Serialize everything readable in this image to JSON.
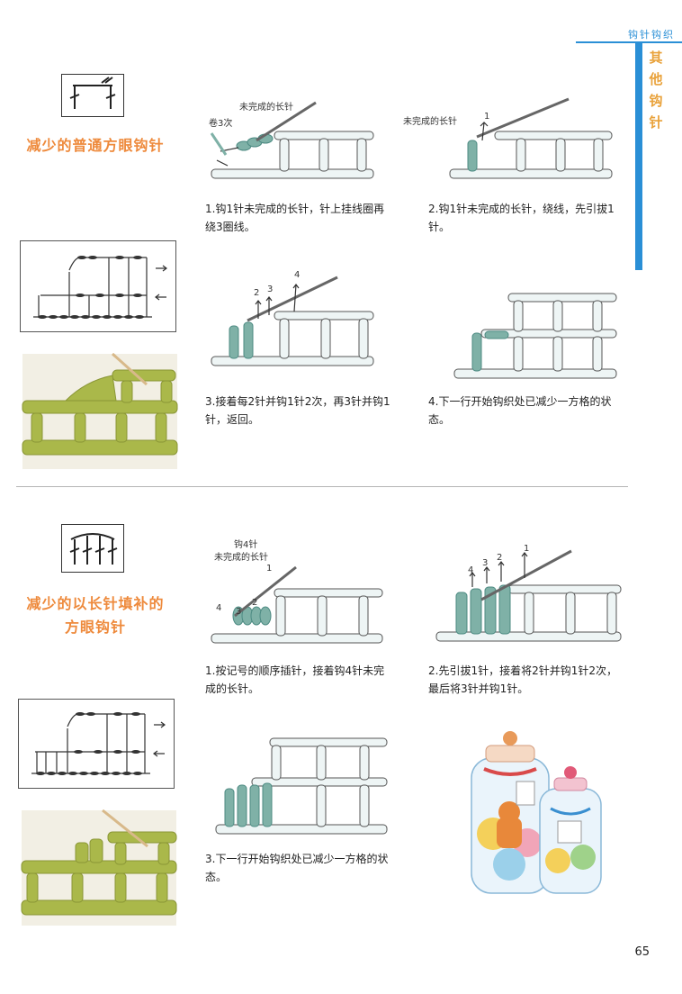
{
  "header": {
    "label": "钩针钩织",
    "side_tab": [
      "其",
      "他",
      "钩",
      "针"
    ]
  },
  "colors": {
    "accent_blue": "#2a8fd6",
    "title_orange": "#ee8a3c",
    "yarn_teal": "#7fb1a7",
    "yarn_olive": "#a9b64a"
  },
  "section1": {
    "title": "减少的普通方眼钩针",
    "steps": [
      {
        "caption": "1.钩1针未完成的长针，针上挂线圈再绕3圈线。",
        "labels": [
          "未完成的长针",
          "卷3次"
        ]
      },
      {
        "caption": "2.钩1针未完成的长针，绕线，先引拔1针。",
        "labels": [
          "未完成的长针",
          "1"
        ]
      },
      {
        "caption": "3.接着每2针并钩1针2次，再3针并钩1针，返回。",
        "labels": [
          "2",
          "3",
          "4"
        ]
      },
      {
        "caption": "4.下一行开始钩织处已减少一方格的状态。",
        "labels": []
      }
    ]
  },
  "section2": {
    "title_line1": "减少的以长针填补的",
    "title_line2": "方眼钩针",
    "steps": [
      {
        "caption": "1.按记号的顺序插针，接着钩4针未完成的长针。",
        "labels": [
          "钩4针",
          "未完成的长针",
          "1",
          "2",
          "3",
          "4"
        ]
      },
      {
        "caption": "2.先引拔1针，接着将2针并钩1针2次，最后将3针并钩1针。",
        "labels": [
          "1",
          "2",
          "3",
          "4"
        ]
      },
      {
        "caption": "3.下一行开始钩织处已减少一方格的状态。",
        "labels": []
      }
    ]
  },
  "page_number": "65"
}
